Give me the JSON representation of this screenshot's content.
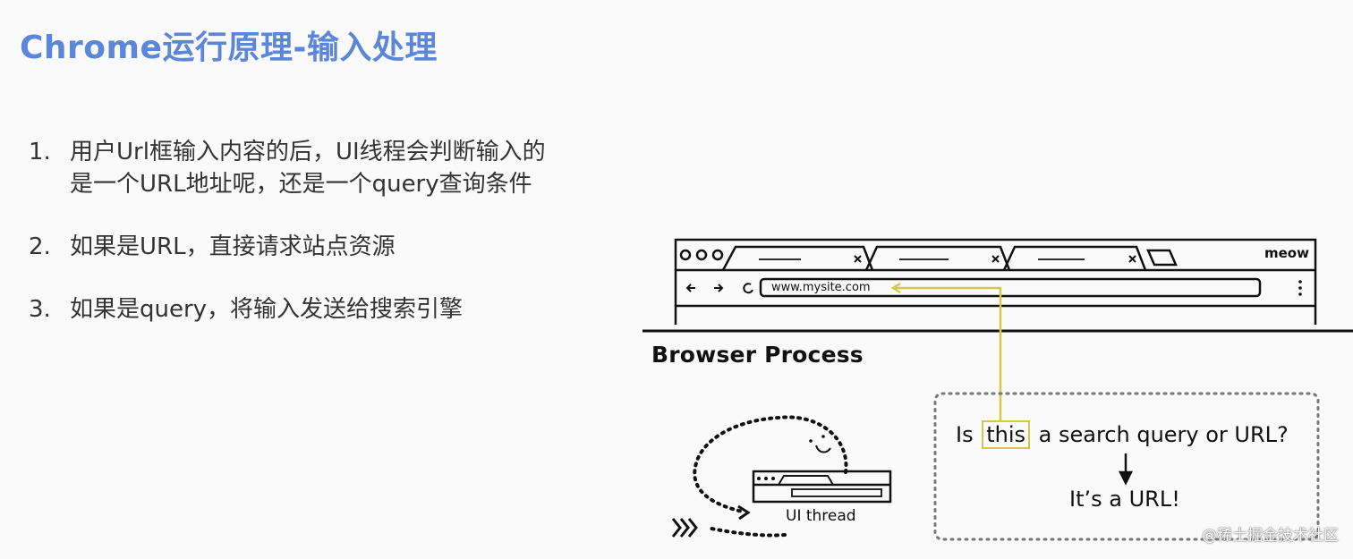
{
  "slide": {
    "title": "Chrome运行原理-输入处理",
    "items": [
      {
        "num": "1.",
        "text": "用户Url框输入内容的后，UI线程会判断输入的是一个URL地址呢，还是一个query查询条件"
      },
      {
        "num": "2.",
        "text": "如果是URL，直接请求站点资源"
      },
      {
        "num": "3.",
        "text": "如果是query，将输入发送给搜索引擎"
      }
    ]
  },
  "diagram": {
    "browser_label": "meow",
    "url_text": "www.mysite.com",
    "process_label": "Browser Process",
    "question_before": "Is ",
    "question_highlight": "this",
    "question_after": " a search query or URL?",
    "answer": "It’s a URL!",
    "thread_label": "UI thread"
  },
  "watermark": "@稀土掘金技术社区",
  "colors": {
    "title": "#5b86d9",
    "highlight": "#d4c84a"
  }
}
